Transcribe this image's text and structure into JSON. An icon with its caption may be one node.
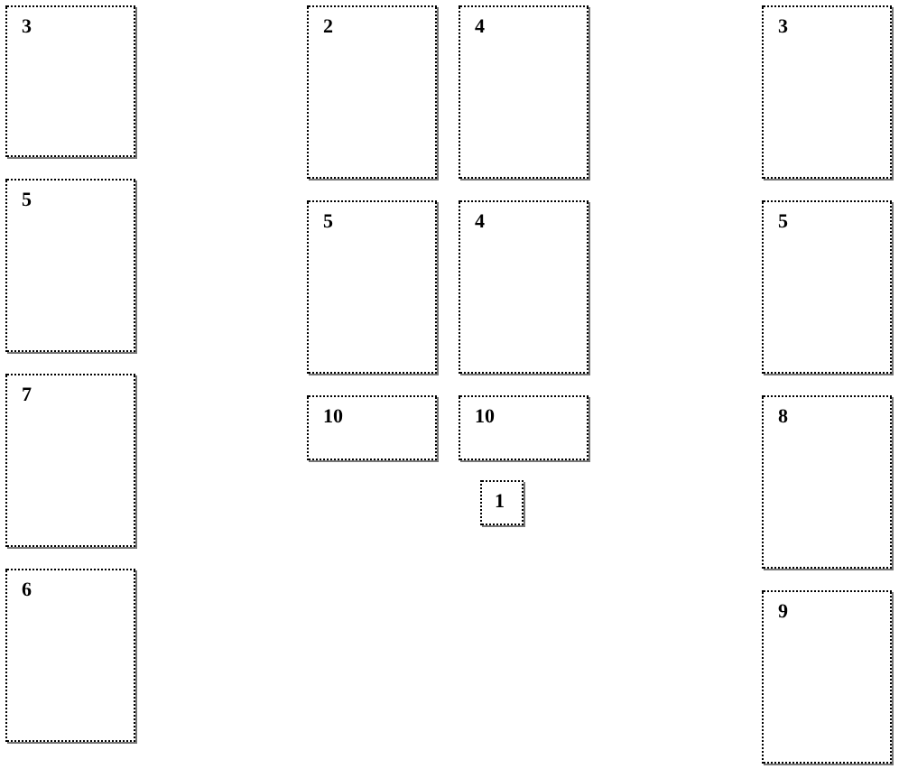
{
  "diagram": {
    "nodes": [
      {
        "text": [
          "3"
        ]
      },
      {
        "text": [
          "5"
        ]
      },
      {
        "text": [
          "7"
        ]
      },
      {
        "text": [
          "6"
        ]
      },
      {
        "text": [
          "2"
        ]
      },
      {
        "text": [
          "4"
        ]
      },
      {
        "text": [
          "5"
        ]
      },
      {
        "text": [
          "4"
        ]
      },
      {
        "text": [
          "10"
        ]
      },
      {
        "text": [
          "10"
        ]
      },
      {
        "text": [
          "1"
        ]
      },
      {
        "text": [
          "3"
        ]
      },
      {
        "text": [
          "5"
        ]
      },
      {
        "text": [
          "8"
        ]
      },
      {
        "text": [
          "9"
        ]
      }
    ]
  }
}
